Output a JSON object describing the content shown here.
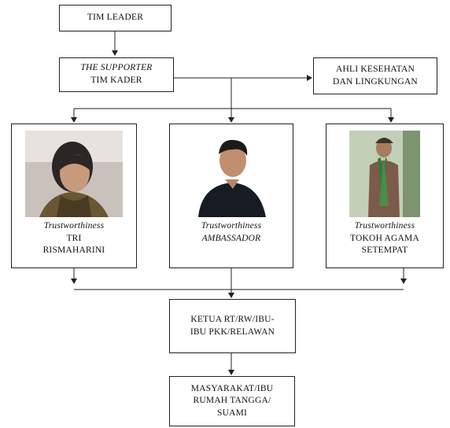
{
  "tim_leader": "TIM LEADER",
  "supporter": {
    "line1": "THE SUPPORTER",
    "line2": "TIM KADER"
  },
  "ahli": {
    "line1": "AHLI KESEHATAN",
    "line2": "DAN LINGKUNGAN"
  },
  "persons": [
    {
      "tag": "Trustworthiness",
      "line1": "TRI",
      "line2": "RISMAHARINI"
    },
    {
      "tag": "Trustworthiness",
      "line1": "AMBASSADOR"
    },
    {
      "tag": "Trustworthiness",
      "line1": "TOKOH AGAMA",
      "line2": "SETEMPAT"
    }
  ],
  "ketua": {
    "line1": "KETUA RT/RW/IBU-",
    "line2": "IBU PKK/RELAWAN"
  },
  "masyarakat": {
    "line1": "MASYARAKAT/IBU",
    "line2": "RUMAH TANGGA/",
    "line3": "SUAMI"
  },
  "photos": [
    "woman-portrait-photo",
    "young-man-portrait-photo",
    "religious-figure-photo"
  ]
}
